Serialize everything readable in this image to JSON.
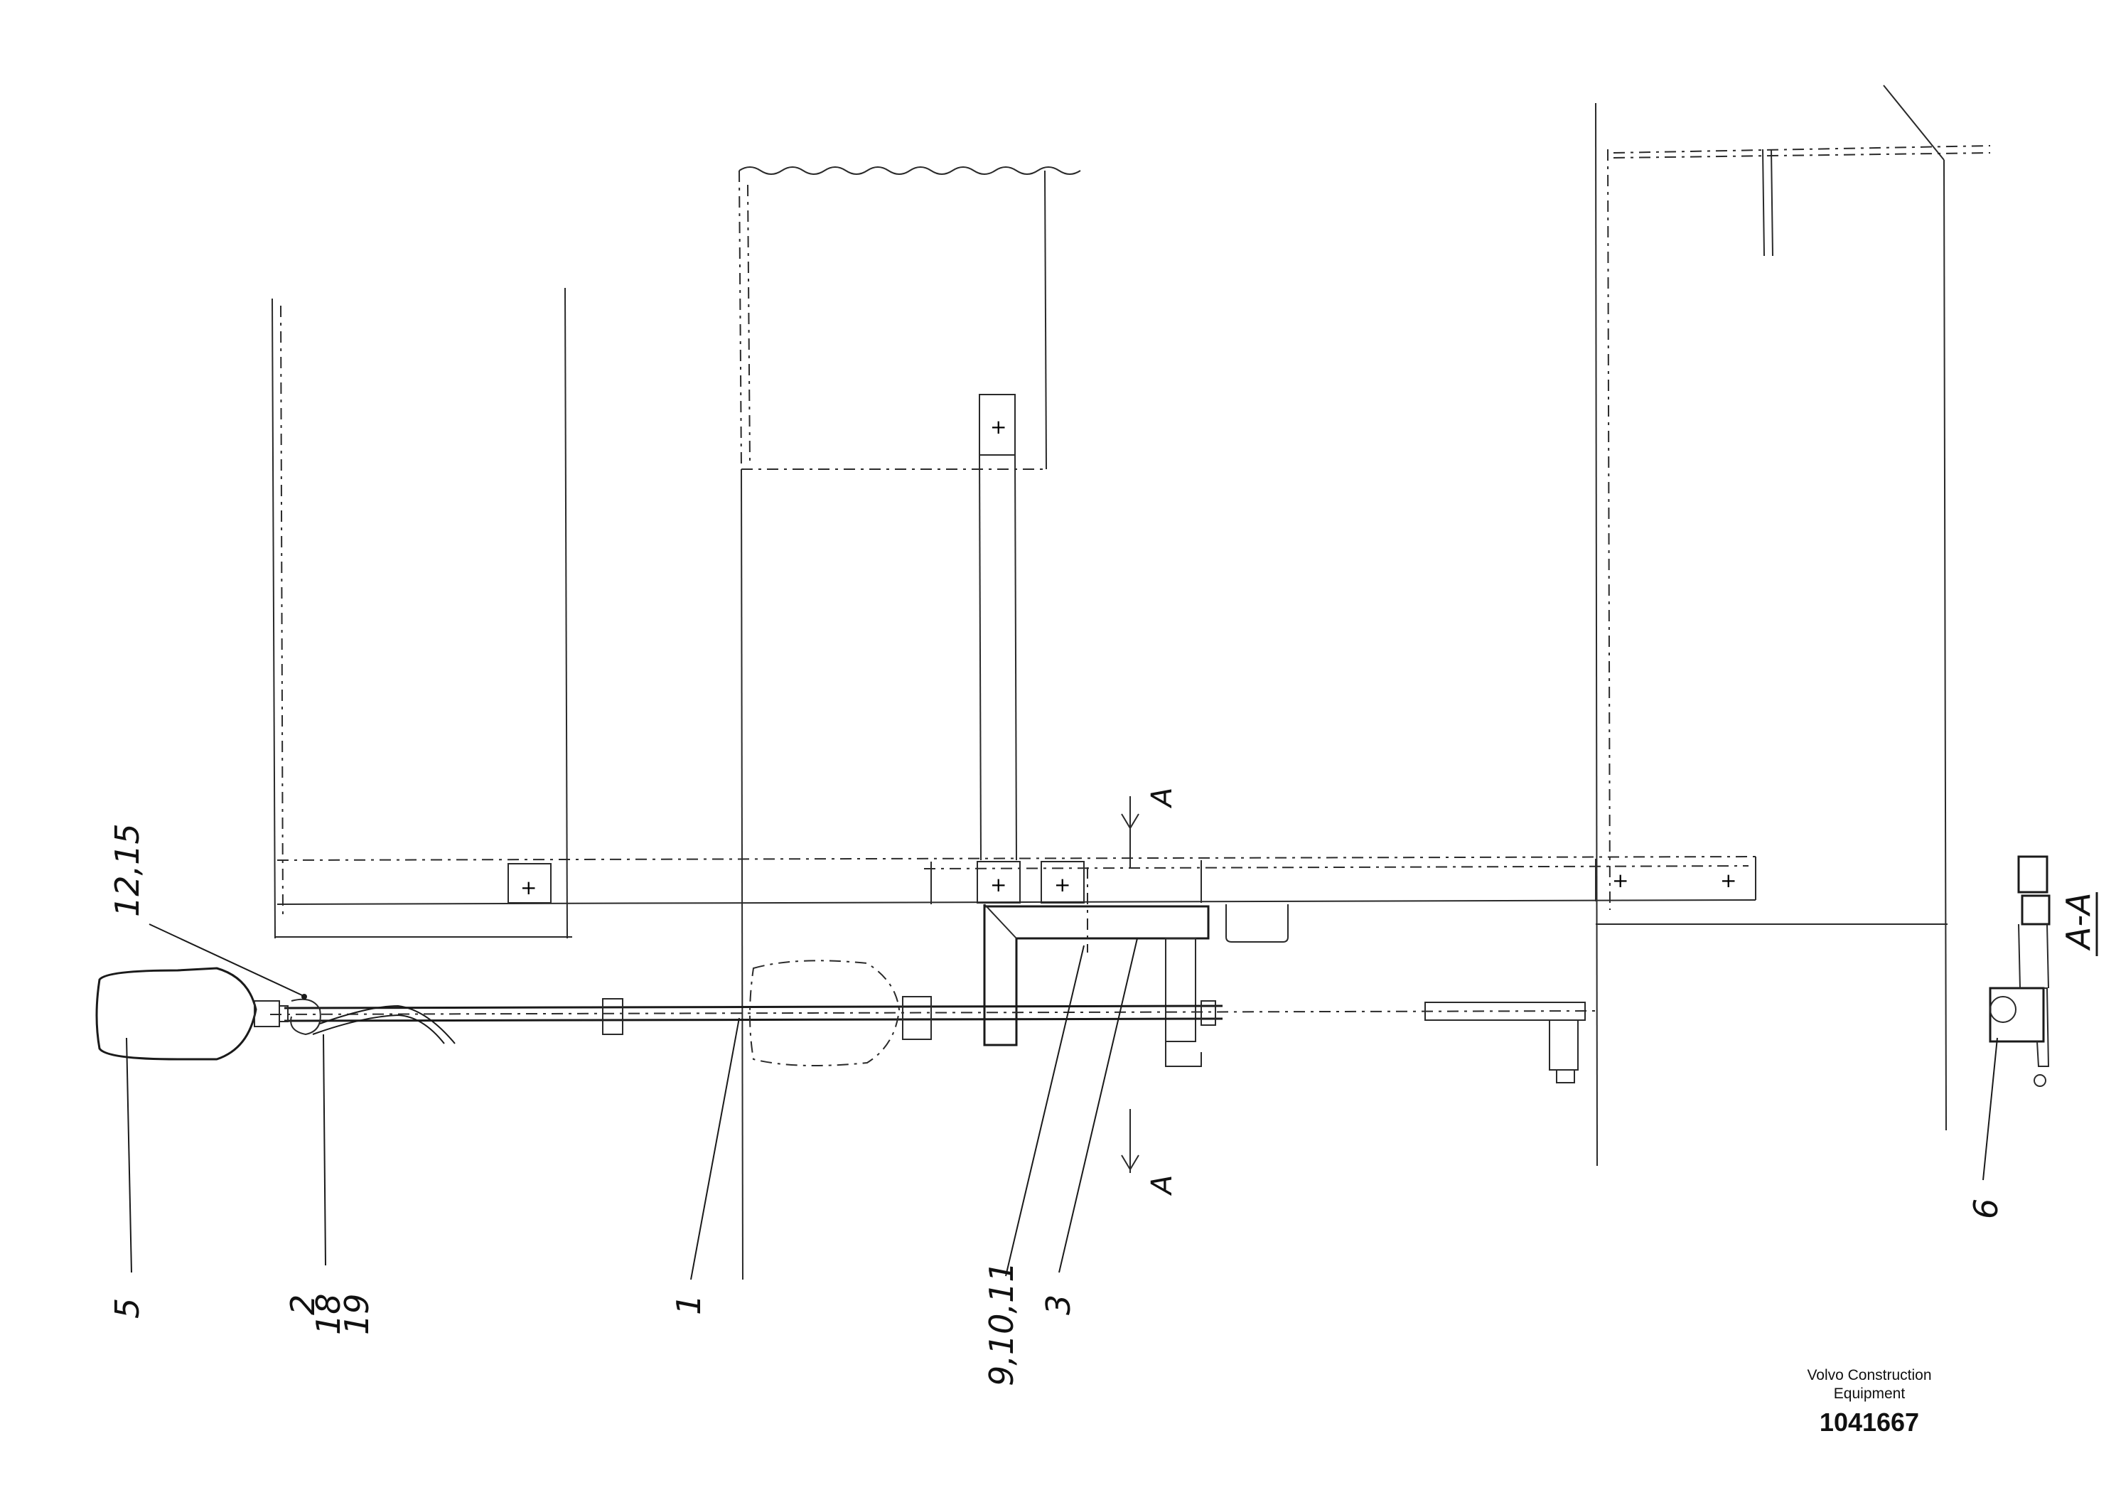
{
  "labels": {
    "item_5": "5",
    "item_2": "2",
    "item_18": "18",
    "item_19": "19",
    "item_1": "1",
    "item_9_10_11": "9,10,11",
    "item_3": "3",
    "item_6": "6",
    "item_12_15": "12,15",
    "section_top": "A",
    "section_bottom": "A",
    "section_view": "A-A"
  },
  "footer": {
    "company_line1": "Volvo Construction",
    "company_line2": "Equipment",
    "drawing_number": "1041667"
  }
}
